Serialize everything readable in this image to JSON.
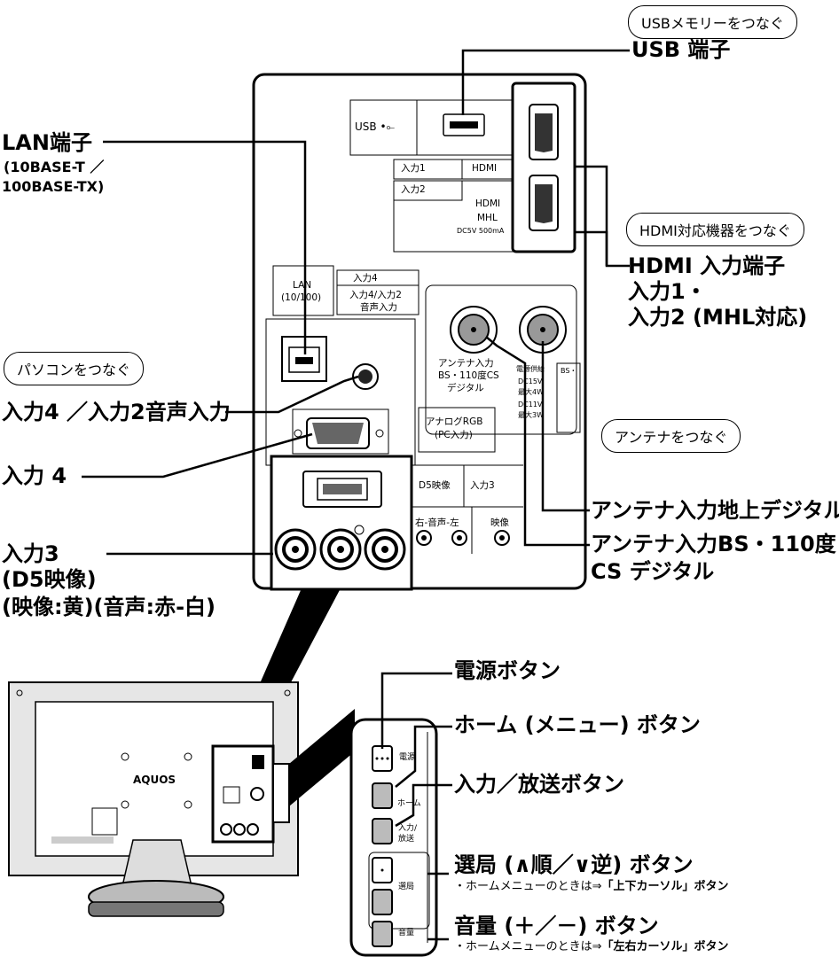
{
  "callouts": {
    "usb_pill": "USBメモリーをつなぐ",
    "usb_port": "USB 端子",
    "lan": "LAN端子",
    "lan_spec1": "(10BASE-T ／",
    "lan_spec2": "100BASE-TX)",
    "pc_pill": "パソコンをつなぐ",
    "hdmi_pill": "HDMI対応機器をつなぐ",
    "hdmi_input": "HDMI 入力端子",
    "hdmi_in1": "入力1・",
    "hdmi_in2": "入力2 (MHL対応)",
    "input4_audio": "入力4 ／入力2音声入力",
    "antenna_pill": "アンテナをつなぐ",
    "input4": "入力 4",
    "input3": "入力3",
    "input3_d5": "(D5映像)",
    "input3_colors": "(映像:黄)(音声:赤-白)",
    "ant_terrestrial": "アンテナ入力地上デジタル",
    "ant_bs1": "アンテナ入力BS・110度",
    "ant_bs2": "CS デジタル",
    "power_btn": "電源ボタン",
    "home_btn": "ホーム (メニュー) ボタン",
    "input_btn": "入力／放送ボタン",
    "channel_btn": "選局 (∧順／∨逆) ボタン",
    "channel_note_pre": "・ホームメニューのときは⇒",
    "channel_note_bold": "「上下カーソル」ボタン",
    "volume_btn": "音量 (＋／－) ボタン",
    "volume_note_pre": "・ホームメニューのときは⇒",
    "volume_note_bold": "「左右カーソル」ボタン"
  },
  "panel_labels": {
    "usb": "USB",
    "in1": "入力1",
    "in1_hdmi": "HDMI",
    "in2": "入力2",
    "in2_hdmi": "HDMI",
    "in2_mhl": "MHL",
    "in2_dc": "DC5V 500mA",
    "lan1": "LAN",
    "lan2": "(10/100)",
    "in4": "入力4",
    "in4_audio1": "入力4/入力2",
    "in4_audio2": "音声入力",
    "ant1": "アンテナ入力",
    "ant2": "BS・110度CS",
    "ant3": "デジタル",
    "pwr1": "電源供給",
    "pwr2": "DC15V",
    "pwr3": "最大4W",
    "pwr4": "DC11V",
    "pwr5": "最大3W",
    "bs_side": "BS・",
    "analog1": "アナログRGB",
    "analog2": "(PC入力)",
    "d5": "D5映像",
    "in3": "入力3",
    "audio_rl": "右-音声-左",
    "video": "映像"
  },
  "tv": {
    "brand": "AQUOS"
  },
  "side_buttons": {
    "power": "電源",
    "home": "ホーム",
    "input1": "入力/",
    "input2": "放送",
    "channel": "選局",
    "volume": "音量"
  }
}
